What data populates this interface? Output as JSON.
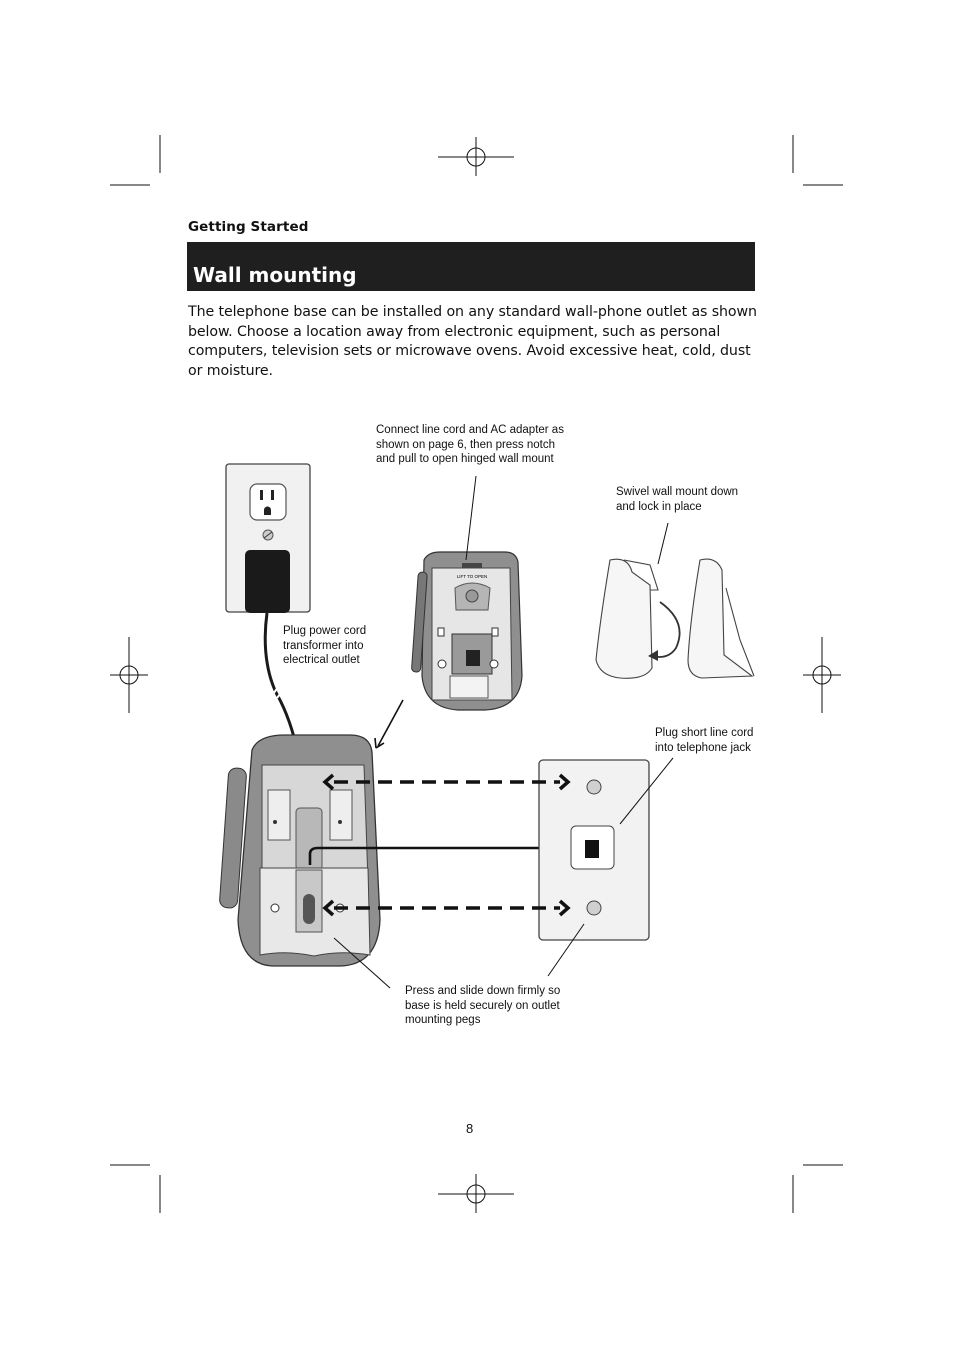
{
  "header": {
    "section_label": "Getting Started",
    "title": "Wall mounting"
  },
  "intro_text": "The telephone base can be installed on any standard wall-phone outlet as shown below. Choose a location away from electronic equipment, such as personal computers, television sets or microwave ovens. Avoid excessive heat, cold, dust or moisture.",
  "diagram": {
    "callouts": {
      "connect": "Connect line cord and AC adapter as shown on page 6, then press notch and pull to open hinged wall mount",
      "swivel": "Swivel wall mount down and lock in place",
      "plug_power": "Plug power cord transformer into electrical outlet",
      "plug_jack": "Plug short line cord into telephone jack",
      "press": "Press and slide down firmly so base is held securely on outlet mounting pegs"
    },
    "latch_label": "LIFT TO OPEN"
  },
  "footer": {
    "page_number": "8"
  }
}
